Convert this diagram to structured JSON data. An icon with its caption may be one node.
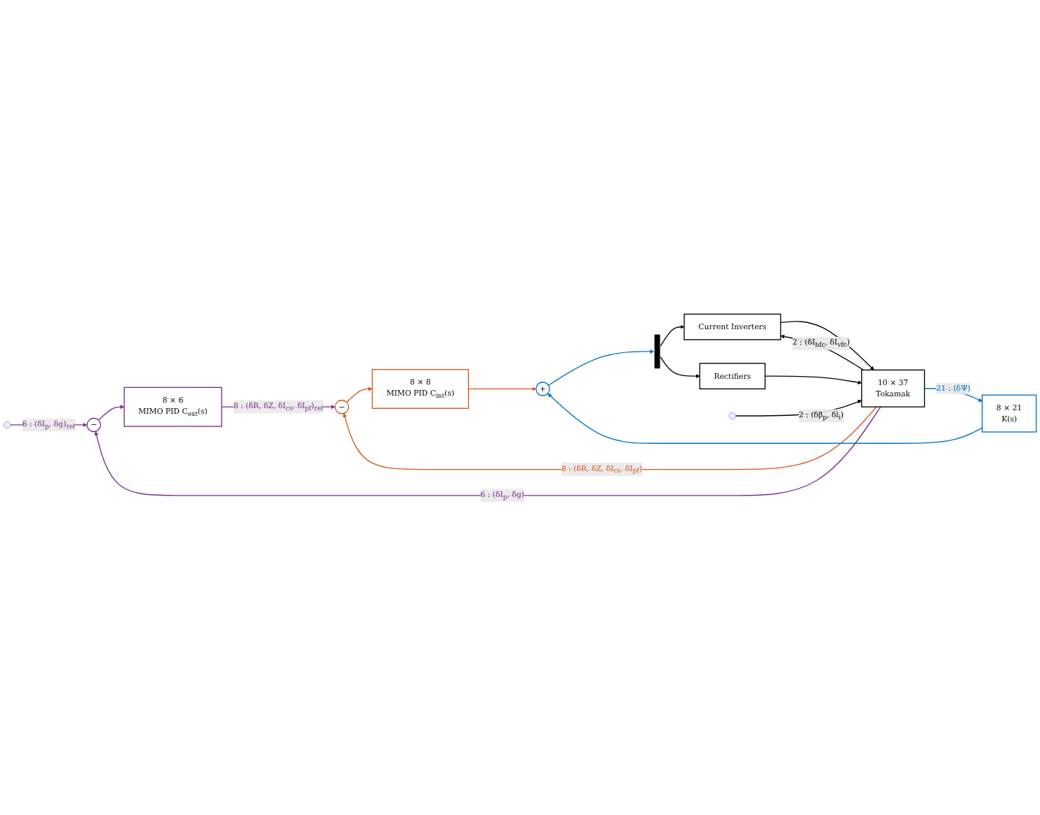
{
  "diagram": {
    "nodes": [
      {
        "text": [
          "−"
        ]
      },
      {
        "text": [
          "8 × 6",
          "MIMO PID C$_{ext}$(s)"
        ]
      },
      {
        "text": [
          "−"
        ]
      },
      {
        "text": [
          "8 × 8",
          "MIMO PID C$_{int}$(s)"
        ]
      },
      {
        "text": [
          "+"
        ]
      },
      {
        "text": [],
        "shape": "bar"
      },
      {
        "text": [
          "Current Inverters"
        ]
      },
      {
        "text": [
          "Rectifiers"
        ]
      },
      {
        "text": [
          "10 × 37",
          "Tokamak"
        ]
      },
      {
        "text": [
          "8 × 21",
          "K(s)"
        ]
      }
    ],
    "edges": [
      {
        "from": null,
        "to": 0,
        "arrow": "to",
        "label": "6 : (δI$_{p}$, δg)$_{ref}$",
        "color": "#7b2d8e"
      },
      {
        "from": 8,
        "to": 0,
        "arrow": "to",
        "label": "6 : (δI$_{p}$, δg)",
        "color": "#7b2d8e"
      },
      {
        "from": 0,
        "to": 1,
        "arrow": "to",
        "color": "#7b2d8e"
      },
      {
        "from": 1,
        "to": 2,
        "arrow": "to",
        "label": "8 : (δR, δZ, δI$_{cs}$, δI$_{pf}$)$_{ref}$",
        "color": "#7b2d8e"
      },
      {
        "from": 8,
        "to": 2,
        "arrow": "to",
        "label": "8 : (δR, δZ, δI$_{cs}$, δI$_{pf}$)",
        "color": "#d95319"
      },
      {
        "from": 2,
        "to": 3,
        "arrow": "to",
        "color": "#d95319"
      },
      {
        "from": 3,
        "to": 4,
        "arrow": "to",
        "color": "#d95319"
      },
      {
        "from": 4,
        "to": 5,
        "arrow": "to",
        "color": "#0072bd"
      },
      {
        "from": 5,
        "to": 6,
        "arrow": "to"
      },
      {
        "from": 5,
        "to": 7,
        "arrow": "to"
      },
      {
        "from": 8,
        "to": 6,
        "arrow": "to",
        "label": "2 : (δI$_{hfc}$, δI$_{vfc}$)"
      },
      {
        "from": 6,
        "to": 8,
        "arrow": "to"
      },
      {
        "from": 7,
        "to": 8,
        "arrow": "to"
      },
      {
        "from": null,
        "to": 8,
        "arrow": "to",
        "label": "2 : (δβ$_{p}$, δl$_{i}$)"
      },
      {
        "from": 8,
        "to": 9,
        "arrow": "to",
        "label": "21 : (δΨ)",
        "color": "#0072bd"
      },
      {
        "from": 9,
        "to": 4,
        "arrow": "to",
        "color": "#0072bd"
      }
    ]
  }
}
